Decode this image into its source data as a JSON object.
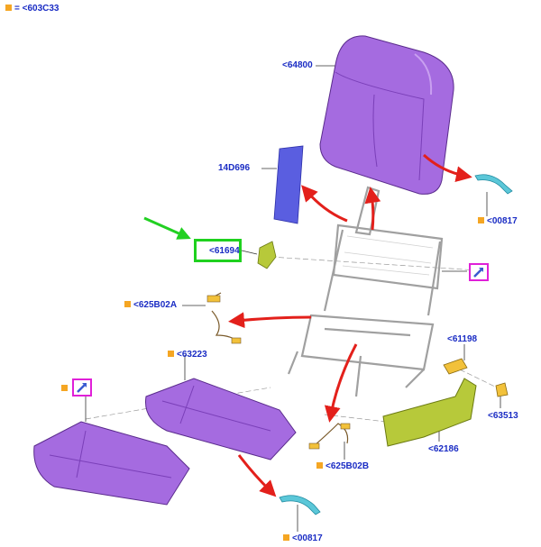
{
  "legend": {
    "text": "= <603C33",
    "marker_color": "#f5a623"
  },
  "labels": {
    "l64800": "<64800",
    "l14D696": "14D696",
    "l00817_top": "<00817",
    "l61694": "<61694",
    "l625B02A": "<625B02A",
    "l63223": "<63223",
    "l61198": "<61198",
    "l63513": "<63513",
    "l62186": "<62186",
    "l625B02B": "<625B02B",
    "l00817_bottom": "<00817"
  },
  "colors": {
    "part_purple": "#a56be0",
    "part_blue": "#5a5ee0",
    "part_olive": "#b7c93a",
    "part_cyan": "#5bc7d8",
    "part_yellow": "#f2c13a",
    "arrow_red": "#e3201b",
    "pointer_green": "#22d022",
    "label_blue": "#1a2cc4",
    "magnifier": "#e020d8"
  },
  "icons": [
    "magnifier-icon",
    "green-pointer-arrow",
    "red-assembly-arrow"
  ]
}
